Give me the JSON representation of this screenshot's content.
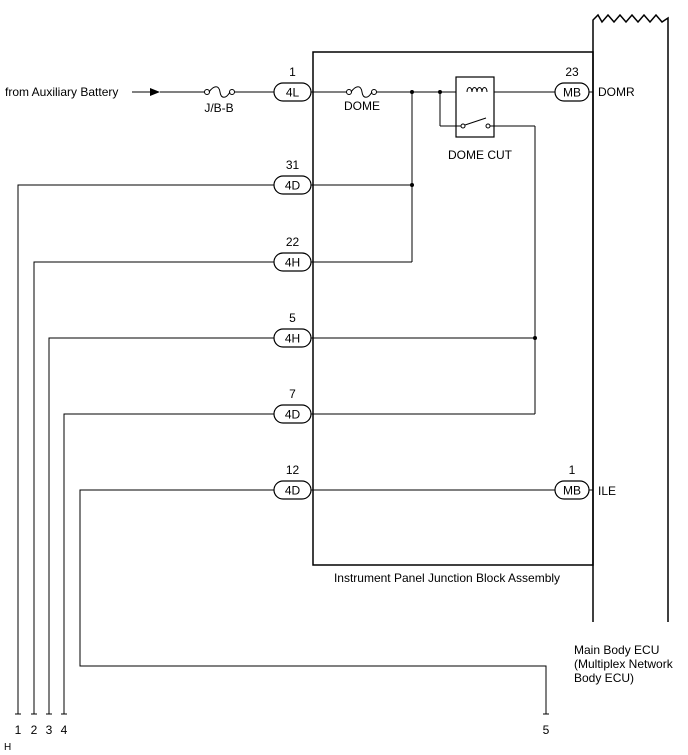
{
  "labels": {
    "source": "from Auxiliary Battery",
    "fuse_jbb": "J/B-B",
    "fuse_dome": "DOME",
    "relay": "DOME CUT",
    "junction_block": "Instrument Panel Junction Block Assembly",
    "ecu_line1": "Main Body ECU",
    "ecu_line2": "(Multiplex Network",
    "ecu_line3": "Body ECU)",
    "domr": "DOMR",
    "ile": "ILE",
    "ground_marker": "H"
  },
  "connectors": [
    {
      "pin": "1",
      "code": "4L"
    },
    {
      "pin": "31",
      "code": "4D"
    },
    {
      "pin": "22",
      "code": "4H"
    },
    {
      "pin": "5",
      "code": "4H"
    },
    {
      "pin": "7",
      "code": "4D"
    },
    {
      "pin": "12",
      "code": "4D"
    },
    {
      "pin": "23",
      "code": "MB"
    },
    {
      "pin": "1",
      "code": "MB"
    }
  ],
  "terminals": [
    "1",
    "2",
    "3",
    "4",
    "5"
  ]
}
